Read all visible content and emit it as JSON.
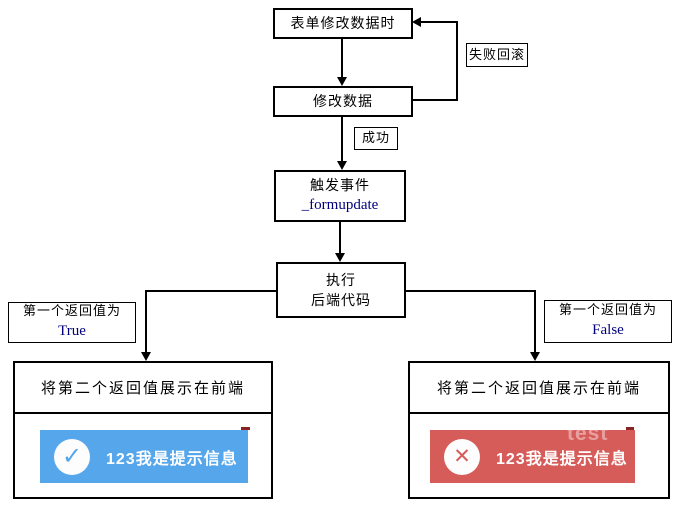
{
  "colors": {
    "toast_success_bg": "#55A6EB",
    "toast_error_bg": "#D65C5A",
    "latin_text": "#00007E",
    "watermark_text": "rgba(255,255,255,0.42)",
    "watermark_artifact": "#8a2424"
  },
  "flow": {
    "start": "表单修改数据时",
    "modify": "修改数据",
    "rollback_label": "失败回滚",
    "success_label": "成功",
    "trigger": {
      "line1": "触发事件",
      "line2": "_formupdate"
    },
    "execute": {
      "line1": "执行",
      "line2": "后端代码"
    },
    "branch_true": {
      "line1": "第一个返回值为",
      "line2": "True"
    },
    "branch_false": {
      "line1": "第一个返回值为",
      "line2": "False"
    },
    "result_left_title": "将第二个返回值展示在前端",
    "result_right_title": "将第二个返回值展示在前端",
    "toast_success": {
      "icon": "check-circle-icon",
      "glyph": "✓",
      "message": "123我是提示信息"
    },
    "toast_error": {
      "icon": "x-circle-icon",
      "glyph": "✕",
      "message": "123我是提示信息"
    },
    "watermark": "test"
  }
}
